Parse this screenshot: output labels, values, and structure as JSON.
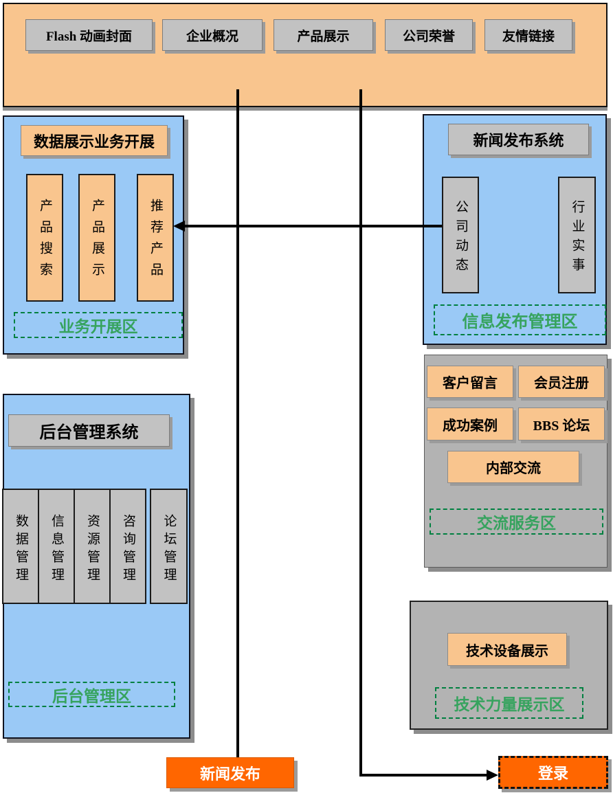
{
  "banner": {
    "items": [
      "Flash 动画封面",
      "企业概况",
      "产品展示",
      "公司荣誉",
      "友情链接"
    ]
  },
  "business_panel": {
    "header": "数据展示业务开展",
    "items": [
      "产品搜索",
      "产品展示",
      "推荐产品"
    ],
    "zone_label": "业务开展区"
  },
  "news_panel": {
    "header": "新闻发布系统",
    "items": [
      "公司动态",
      "行业实事"
    ],
    "zone_label": "信息发布管理区"
  },
  "communication_panel": {
    "items": [
      "客户留言",
      "会员注册",
      "成功案例",
      "BBS 论坛",
      "内部交流"
    ],
    "zone_label": "交流服务区"
  },
  "admin_panel": {
    "header": "后台管理系统",
    "items": [
      "数据管理",
      "信息管理",
      "资源管理",
      "咨询管理",
      "论坛管理"
    ],
    "zone_label": "后台管理区"
  },
  "tech_panel": {
    "item": "技术设备展示",
    "zone_label": "技术力量展示区"
  },
  "actions": {
    "news_publish": "新闻发布",
    "login": "登录"
  },
  "colors": {
    "banner_orange": "#F9C58E",
    "light_blue": "#9AC9F6",
    "panel_gray": "#B3B3B3",
    "button_gray": "#C2C2C2",
    "bright_orange": "#FF6600",
    "zone_text_green": "#36A35E",
    "zone_border_green": "#008040"
  }
}
